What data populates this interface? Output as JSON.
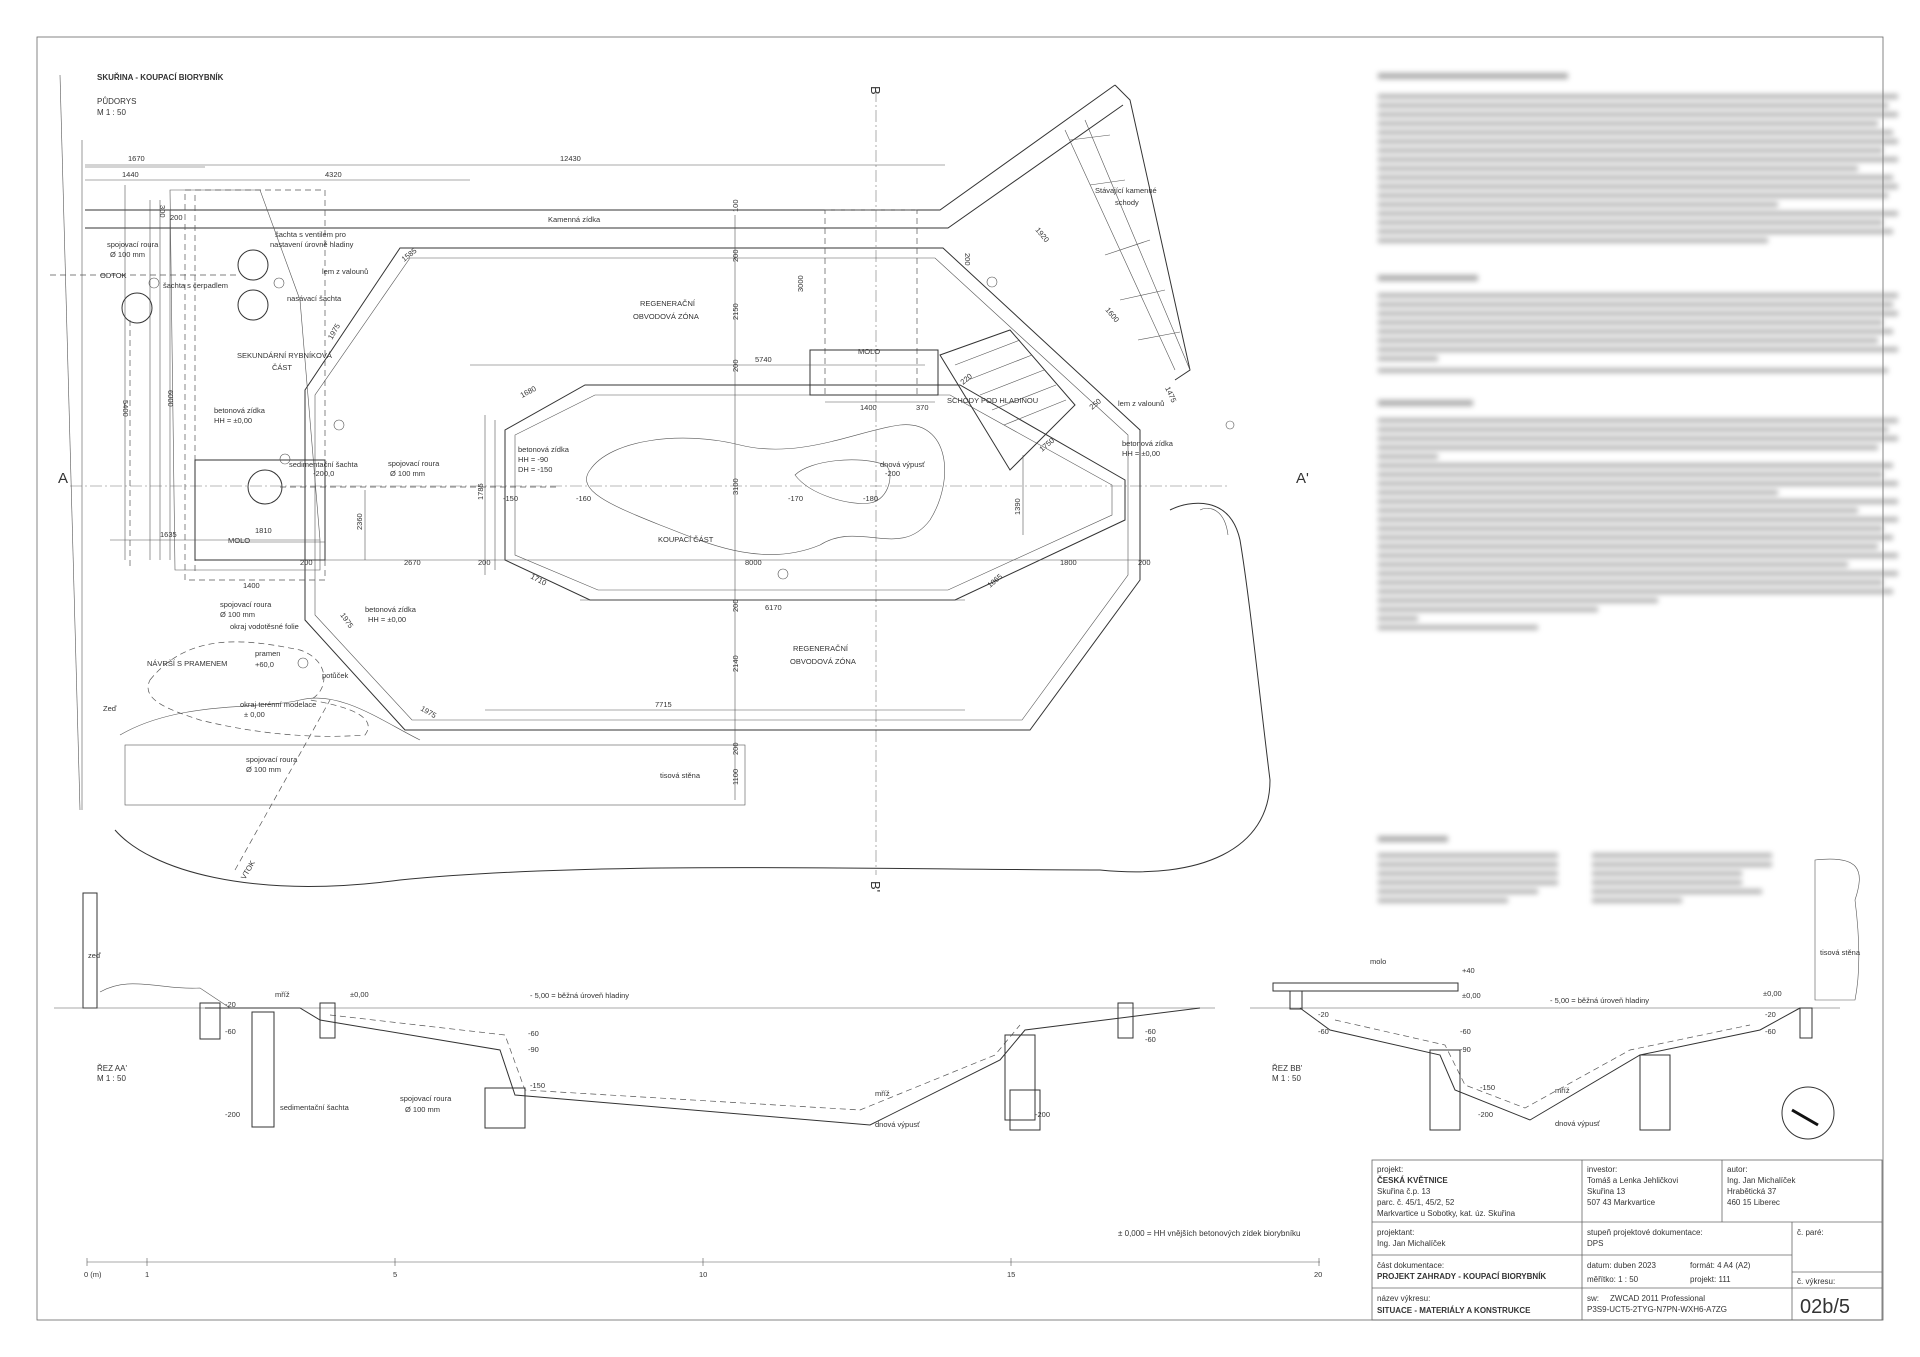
{
  "title": {
    "main": "SKUŘINA  -  KOUPACÍ BIORYBNÍK",
    "view": "PŮDORYS",
    "scale": "M  1 : 50"
  },
  "section_marks": {
    "b_top": "B",
    "b_bottom": "B'",
    "a_left": "A",
    "a_right": "A'"
  },
  "dims": {
    "d1670": "1670",
    "d1440": "1440",
    "d4320": "4320",
    "d12430": "12430",
    "d300": "300",
    "d200a": "200",
    "d1585": "1585",
    "d1975a": "1975",
    "d5400": "5400",
    "d6000": "6000",
    "d1680": "1680",
    "d5740": "5740",
    "d3000": "3000",
    "d1400a": "1400",
    "d370": "370",
    "d220": "220",
    "d250": "250",
    "d1750": "1750",
    "d1475": "1475",
    "d1920": "1920",
    "d1600": "1600",
    "d200b": "200",
    "d100": "100",
    "d200c": "200",
    "d2150": "2150",
    "d200d": "200",
    "d2360": "2360",
    "d1785": "1785",
    "d3100": "3100",
    "d1390": "1390",
    "d1635": "1635",
    "d1810": "1810",
    "d1400b": "1400",
    "d200e": "200",
    "d2670": "2670",
    "d200f": "200",
    "d8000": "8000",
    "d1800": "1800",
    "d200g": "200",
    "d1710": "1710",
    "d6170": "6170",
    "d1065": "1065",
    "d200h": "200",
    "d2140": "2140",
    "d1975b": "1975",
    "d1975c": "1975",
    "d7715": "7715",
    "d200i": "200",
    "d1100": "1100"
  },
  "labels": {
    "kamenna_zidka": "Kamenná zídka",
    "spojovaci_roura_1": "spojovací roura",
    "d100mm_1": "Ø 100 mm",
    "odtok": "ODTOK",
    "sachta_ventil_1": "šachta s ventilem pro",
    "sachta_ventil_2": "nastavení úrovně hladiny",
    "sachta_cerpadlo": "šachta s čerpadlem",
    "nasavaci": "nasávací šachta",
    "lem": "lem z valounů",
    "lem2": "lem z valounů",
    "sekundarni_1": "SEKUNDÁRNÍ RYBNÍKOVÁ",
    "sekundarni_2": "ČÁST",
    "regen_1": "REGENERAČNÍ",
    "regen_2": "OBVODOVÁ ZÓNA",
    "regen_3": "REGENERAČNÍ",
    "regen_4": "OBVODOVÁ ZÓNA",
    "molo_top": "MOLO",
    "molo_left": "MOLO",
    "schody": "SCHODY POD HLADINOU",
    "stavajici_1": "Stávající kamenné",
    "stavajici_2": "schody",
    "betonova_1": "betonová zídka",
    "hh0_1": "HH = ±0,00",
    "sedim_1": "sedimentační šachta",
    "sedim_2": "-200,0",
    "spojovaci_roura_2": "spojovací roura",
    "d100mm_2": "Ø 100 mm",
    "betonova_2": "betonová zídka",
    "hh90": "HH = -90",
    "dh150": "DH = -150",
    "dnova_vypust": "dnová výpusť",
    "dv200": "-200",
    "m150": "-150",
    "m160": "-160",
    "m170": "-170",
    "m180": "-180",
    "koupaci": "KOUPACÍ ČÁST",
    "betonova_3": "betonová zídka",
    "hh0_3": "HH = ±0,00",
    "spojovaci_roura_3": "spojovací roura",
    "d100mm_3": "Ø 100 mm",
    "okraj_folie": "okraj vodotěsné folie",
    "pramen": "pramen",
    "pramen_val": "+60,0",
    "navrsi": "NÁVRŠÍ S PRAMENEM",
    "potucek": "potůček",
    "okraj_modelace": "okraj terénní modelace",
    "okraj_val": "± 0,00",
    "zed": "Zeď",
    "spojovaci_roura_4": "spojovací roura",
    "d100mm_4": "Ø 100 mm",
    "tisova": "tisová stěna",
    "vtok": "VTOK",
    "betonova_4": "betonová zídka",
    "hh0_4": "HH = ±0,00"
  },
  "sections": {
    "aa_title": "ŘEZ AA'",
    "aa_scale": "M  1 : 50",
    "bb_title": "ŘEZ BB'",
    "bb_scale": "M  1 : 50",
    "zed": "zeď",
    "mriz1": "mříž",
    "pm0_1": "±0,00",
    "hladina_1": "- 5,00 = běžná úroveň hladiny",
    "m20a": "-20",
    "m60a": "-60",
    "m60b": "-60",
    "m90a": "-90",
    "m150a": "-150",
    "m200a": "-200",
    "m200b": "-200",
    "sedim": "sedimentační šachta",
    "spoj": "spojovací roura",
    "spoj2": "Ø 100 mm",
    "mriz2": "mříž",
    "dnova": "dnová výpusť",
    "m60c": "-60",
    "m60d": "-60",
    "molo": "molo",
    "p40": "+40",
    "pm0_2": "±0,00",
    "hladina_2": "- 5,00 = běžná úroveň hladiny",
    "pm0_3": "±0,00",
    "m20b": "-20",
    "m60e": "-60",
    "m60f": "-60",
    "m90b": "-90",
    "m150b": "-150",
    "m200c": "-200",
    "mriz3": "mříž",
    "dnova2": "dnová výpusť",
    "m20c": "-20",
    "m60g": "-60",
    "tisova": "tisová stěna"
  },
  "note_bottom": "± 0,000 = HH vnějších betonových zídek biorybníku",
  "scale_bar": {
    "labels": [
      "0 (m)",
      "1",
      "5",
      "10",
      "15",
      "20"
    ]
  },
  "title_block": {
    "projekt_label": "projekt:",
    "projekt_name": "ČESKÁ KVĚTNICE",
    "projekt_l1": "Skuřina č.p. 13",
    "projekt_l2": "parc. č. 45/1, 45/2, 52",
    "projekt_l3": "Markvartice u Sobotky, kat. úz. Skuřina",
    "investor_label": "investor:",
    "investor_l1": "Tomáš a Lenka Jehličkovi",
    "investor_l2": "Skuřina 13",
    "investor_l3": "507 43 Markvartice",
    "autor_label": "autor:",
    "autor_l1": "Ing. Jan Michalíček",
    "autor_l2": "Hrabětická 37",
    "autor_l3": "460 15 Liberec",
    "projektant_label": "projektant:",
    "projektant": "Ing. Jan Michalíček",
    "stupen_label": "stupeň projektové dokumentace:",
    "stupen": "DPS",
    "pare_label": "č. paré:",
    "cast_label": "část dokumentace:",
    "cast": "PROJEKT ZAHRADY - KOUPACÍ BIORYBNÍK",
    "datum": "datum: duben 2023",
    "format": "formát: 4 A4   (A2)",
    "meritko": "měřítko:   1 : 50",
    "projekt_no": "projekt:   111",
    "vykres_label": "č. výkresu:",
    "vykres": "02b/5",
    "nazev_label": "název výkresu:",
    "nazev": "SITUACE - MATERIÁLY A KONSTRUKCE",
    "sw_label": "sw:",
    "sw": "ZWCAD 2011 Professional",
    "key": "P3S9-UCT5-2TYG-N7PN-WXH6-A7ZG"
  }
}
